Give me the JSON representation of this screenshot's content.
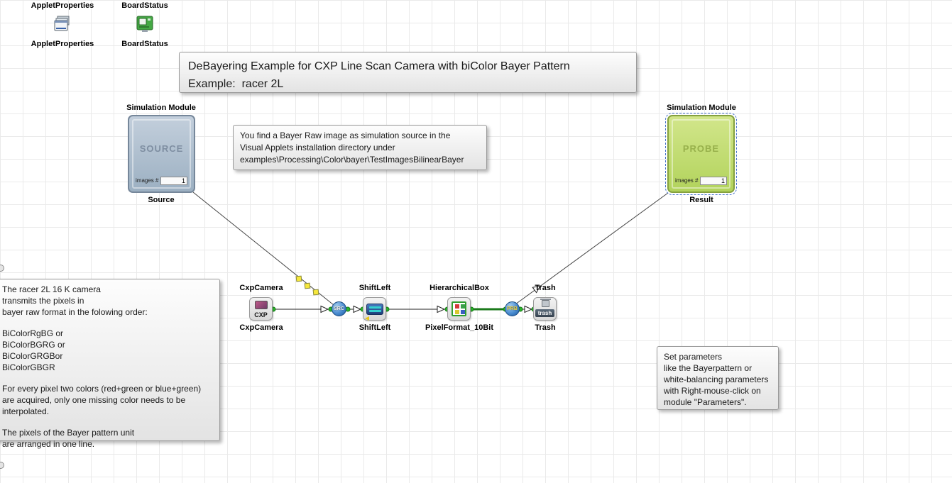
{
  "palette": {
    "applet_properties": {
      "top": "AppletProperties",
      "bottom": "AppletProperties"
    },
    "board_status": {
      "top": "BoardStatus",
      "bottom": "BoardStatus"
    }
  },
  "title_note": {
    "line1": "DeBayering Example for CXP Line Scan Camera with biColor Bayer Pattern",
    "line2": "Example:  racer 2L"
  },
  "source_note": {
    "line1": "You find a Bayer Raw image as simulation source in the",
    "line2": "Visual Applets installation directory under",
    "line3": "examples\\Processing\\Color\\bayer\\TestImagesBilinearBayer"
  },
  "camera_note": {
    "line1": "The racer 2L 16 K camera",
    "line2": "transmits the pixels in",
    "line3": "bayer raw format in the folowing order:",
    "line4": "BiColorRgBG or",
    "line5": "BiColorBGRG or",
    "line6": "BiColorGRGBor",
    "line7": "BiColorGBGR",
    "line8": "For every pixel two colors (red+green or blue+green)",
    "line9": "are acquired, only one missing color needs to be interpolated.",
    "line10": "The pixels of the Bayer pattern unit",
    "line11": "are arranged in one line."
  },
  "params_note": {
    "line1": "Set parameters",
    "line2": "like the Bayerpattern or",
    "line3": "white-balancing parameters",
    "line4": "with Right-mouse-click on",
    "line5": "module \"Parameters\"."
  },
  "source_module": {
    "header": "Simulation Module",
    "watermark": "SOURCE",
    "images_label": "images #",
    "images_value": "1",
    "caption": "Source"
  },
  "result_module": {
    "header": "Simulation Module",
    "watermark": "PROBE",
    "images_label": "images #",
    "images_value": "1",
    "caption": "Result"
  },
  "nodes": {
    "cxp_camera": {
      "top": "CxpCamera",
      "bottom": "CxpCamera",
      "icon_text": "CXP"
    },
    "shift_left": {
      "top": "ShiftLeft",
      "bottom": "ShiftLeft"
    },
    "hierarchical_box": {
      "top": "HierarchicalBox",
      "bottom": "PixelFormat_10Bit"
    },
    "trash": {
      "top": "Trash",
      "bottom": "Trash",
      "icon_text": "trash"
    },
    "src_port": {
      "label": "SRC"
    },
    "prb_port": {
      "label": "PRB"
    }
  },
  "colors": {
    "source_module": "#aebdcd",
    "result_module": "#c0da6e",
    "selection": "#4472c8",
    "link_green": "#1b7a1b",
    "marker_yellow": "#f6e73c"
  }
}
